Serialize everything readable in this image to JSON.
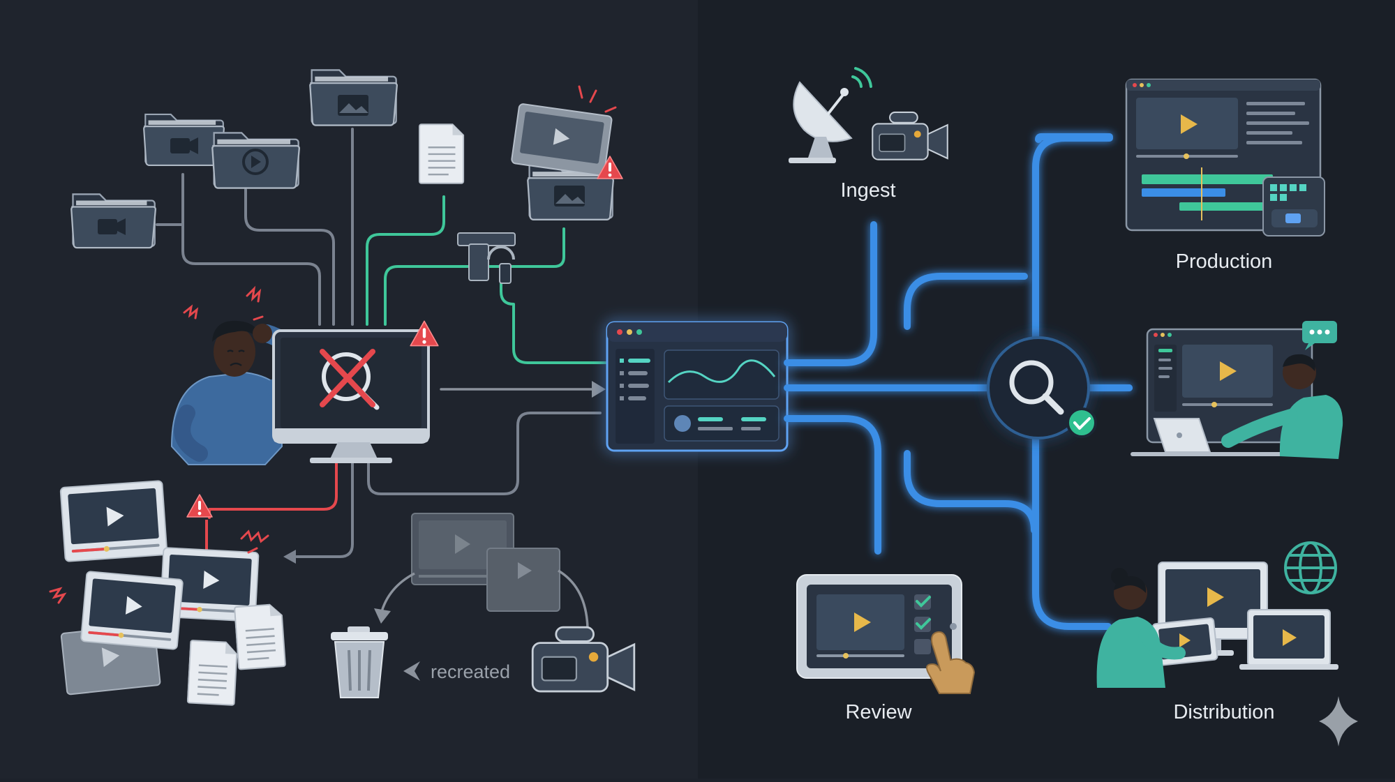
{
  "colors": {
    "bg_left": "#1e232c",
    "bg_right": "#1a1f27",
    "wire_gray": "#7b8390",
    "wire_teal": "#3fc79a",
    "wire_red": "#e5484d",
    "wire_blue": "#3b8ee6",
    "folder": "#3d4b5c",
    "folder_dark": "#2b3543",
    "alert": "#e5484d",
    "check": "#2fbf8f",
    "person_shirt_blue": "#3d6a9e",
    "person_shirt_teal": "#3fb3a0",
    "skin": "#3e2a22",
    "label": "#e8ecf1",
    "muted": "#8b929c"
  },
  "labels": {
    "ingest": "Ingest",
    "production": "Production",
    "review": "Review",
    "distribution": "Distribution",
    "recreated": "recreated"
  },
  "icons": {
    "chaos_monitor": "crossed-out-search-icon",
    "search_hub": "search-icon",
    "hub_check": "check-icon",
    "globe": "globe-icon",
    "trash": "trash-icon",
    "satellite": "satellite-dish-icon",
    "camera": "video-camera-icon",
    "play": "play-icon",
    "warning": "warning-icon",
    "sparkle": "sparkle-icon"
  }
}
